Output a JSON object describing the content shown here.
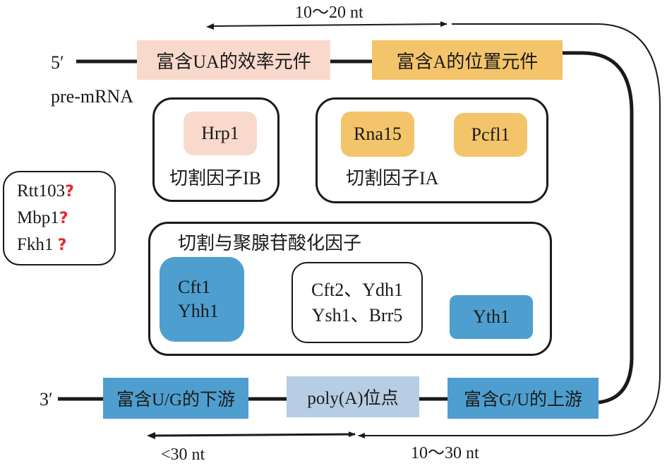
{
  "colors": {
    "pink": "#f9d9cc",
    "orange": "#f3c46a",
    "blue": "#4e9fcf",
    "light_blue": "#b7cde3",
    "question_red": "#e8262c",
    "line": "#1a1a1a"
  },
  "top_strand": {
    "five_prime_label": "5′",
    "molecule_label": "pre-mRNA",
    "efficiency_element": "富含UA的效率元件",
    "positioning_element": "富含A的位置元件",
    "top_distance": "10～20 nt"
  },
  "factors": {
    "cf_ib": {
      "title": "切割因子IB",
      "members": [
        "Hrp1"
      ]
    },
    "cf_ia": {
      "title": "切割因子IA",
      "members": [
        "Rna15",
        "Pcfl1"
      ]
    },
    "cpf": {
      "title": "切割与聚腺苷酸化因子",
      "group1": [
        "Cft1",
        "Yhh1"
      ],
      "group2": [
        "Cft2、Ydh1",
        "Ysh1、Brr5"
      ],
      "group3": [
        "Yth1"
      ]
    },
    "unknown": {
      "items": [
        {
          "name": "Rtt103",
          "mark": "?"
        },
        {
          "name": "Mbp1",
          "mark": "?"
        },
        {
          "name": "Fkh1",
          "mark": "?"
        }
      ]
    }
  },
  "bottom_strand": {
    "three_prime_label": "3′",
    "downstream_element": "富含U/G的下游",
    "polya_site": "poly(A)位点",
    "upstream_element": "富含G/U的上游",
    "left_distance": "<30 nt",
    "right_distance": "10～30 nt"
  }
}
